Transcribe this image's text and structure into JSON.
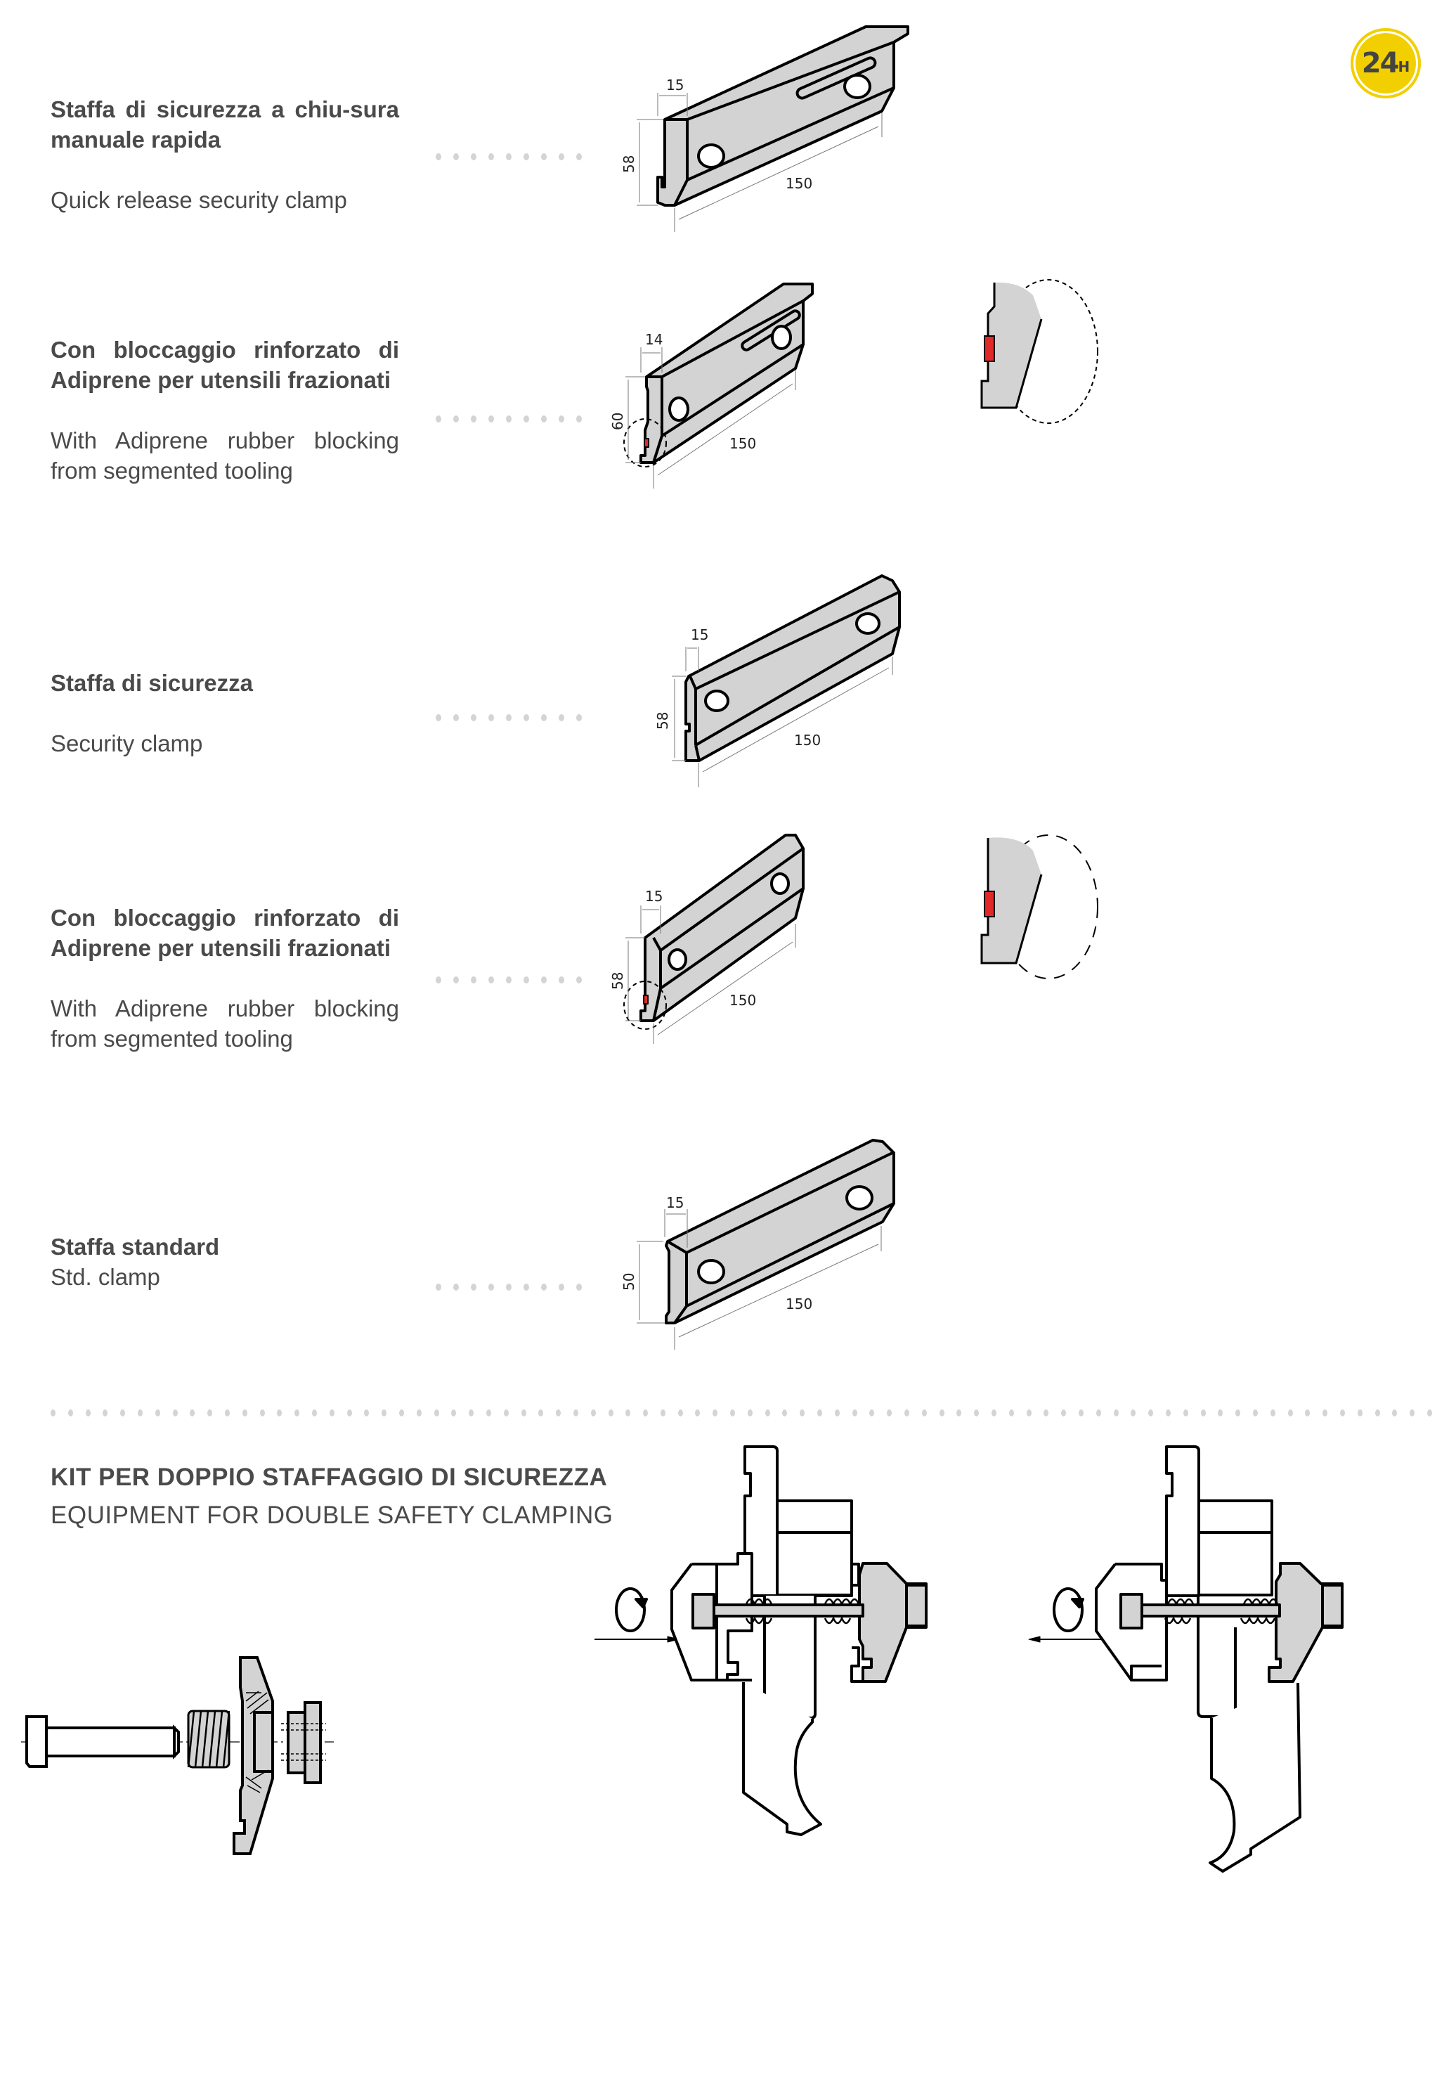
{
  "badge": {
    "number": "24",
    "suffix": "H",
    "color": "#f2cf00"
  },
  "items": [
    {
      "title_it": "Staffa di sicurezza a chiu-sura manuale rapida",
      "title_en": "Quick release security clamp",
      "dims": {
        "width": "15",
        "height": "58",
        "length": "150"
      },
      "has_adiprene_detail": false
    },
    {
      "title_it": "Con bloccaggio rinforzato di Adiprene per utensili frazionati",
      "title_en": "With Adiprene rubber blocking from segmented tooling",
      "dims": {
        "width": "14",
        "height": "60",
        "length": "150"
      },
      "has_adiprene_detail": true
    },
    {
      "title_it": "Staffa di sicurezza",
      "title_en": "Security clamp",
      "dims": {
        "width": "15",
        "height": "58",
        "length": "150"
      },
      "has_adiprene_detail": false
    },
    {
      "title_it": "Con bloccaggio rinforzato di Adiprene per utensili frazionati",
      "title_en": "With Adiprene rubber blocking from segmented tooling",
      "dims": {
        "width": "15",
        "height": "58",
        "length": "150"
      },
      "has_adiprene_detail": true
    },
    {
      "title_it": "Staffa standard",
      "title_en": "Std. clamp",
      "dims": {
        "width": "15",
        "height": "50",
        "length": "150"
      },
      "has_adiprene_detail": false
    }
  ],
  "kit": {
    "title_it": "KIT PER DOPPIO STAFFAGGIO DI SICUREZZA",
    "title_en": "EQUIPMENT FOR DOUBLE SAFETY CLAMPING"
  },
  "colors": {
    "part_fill": "#d3d3d3",
    "adiprene": "#e02a2a",
    "text": "#4a4a4a",
    "leader": "#d4d4d4"
  }
}
